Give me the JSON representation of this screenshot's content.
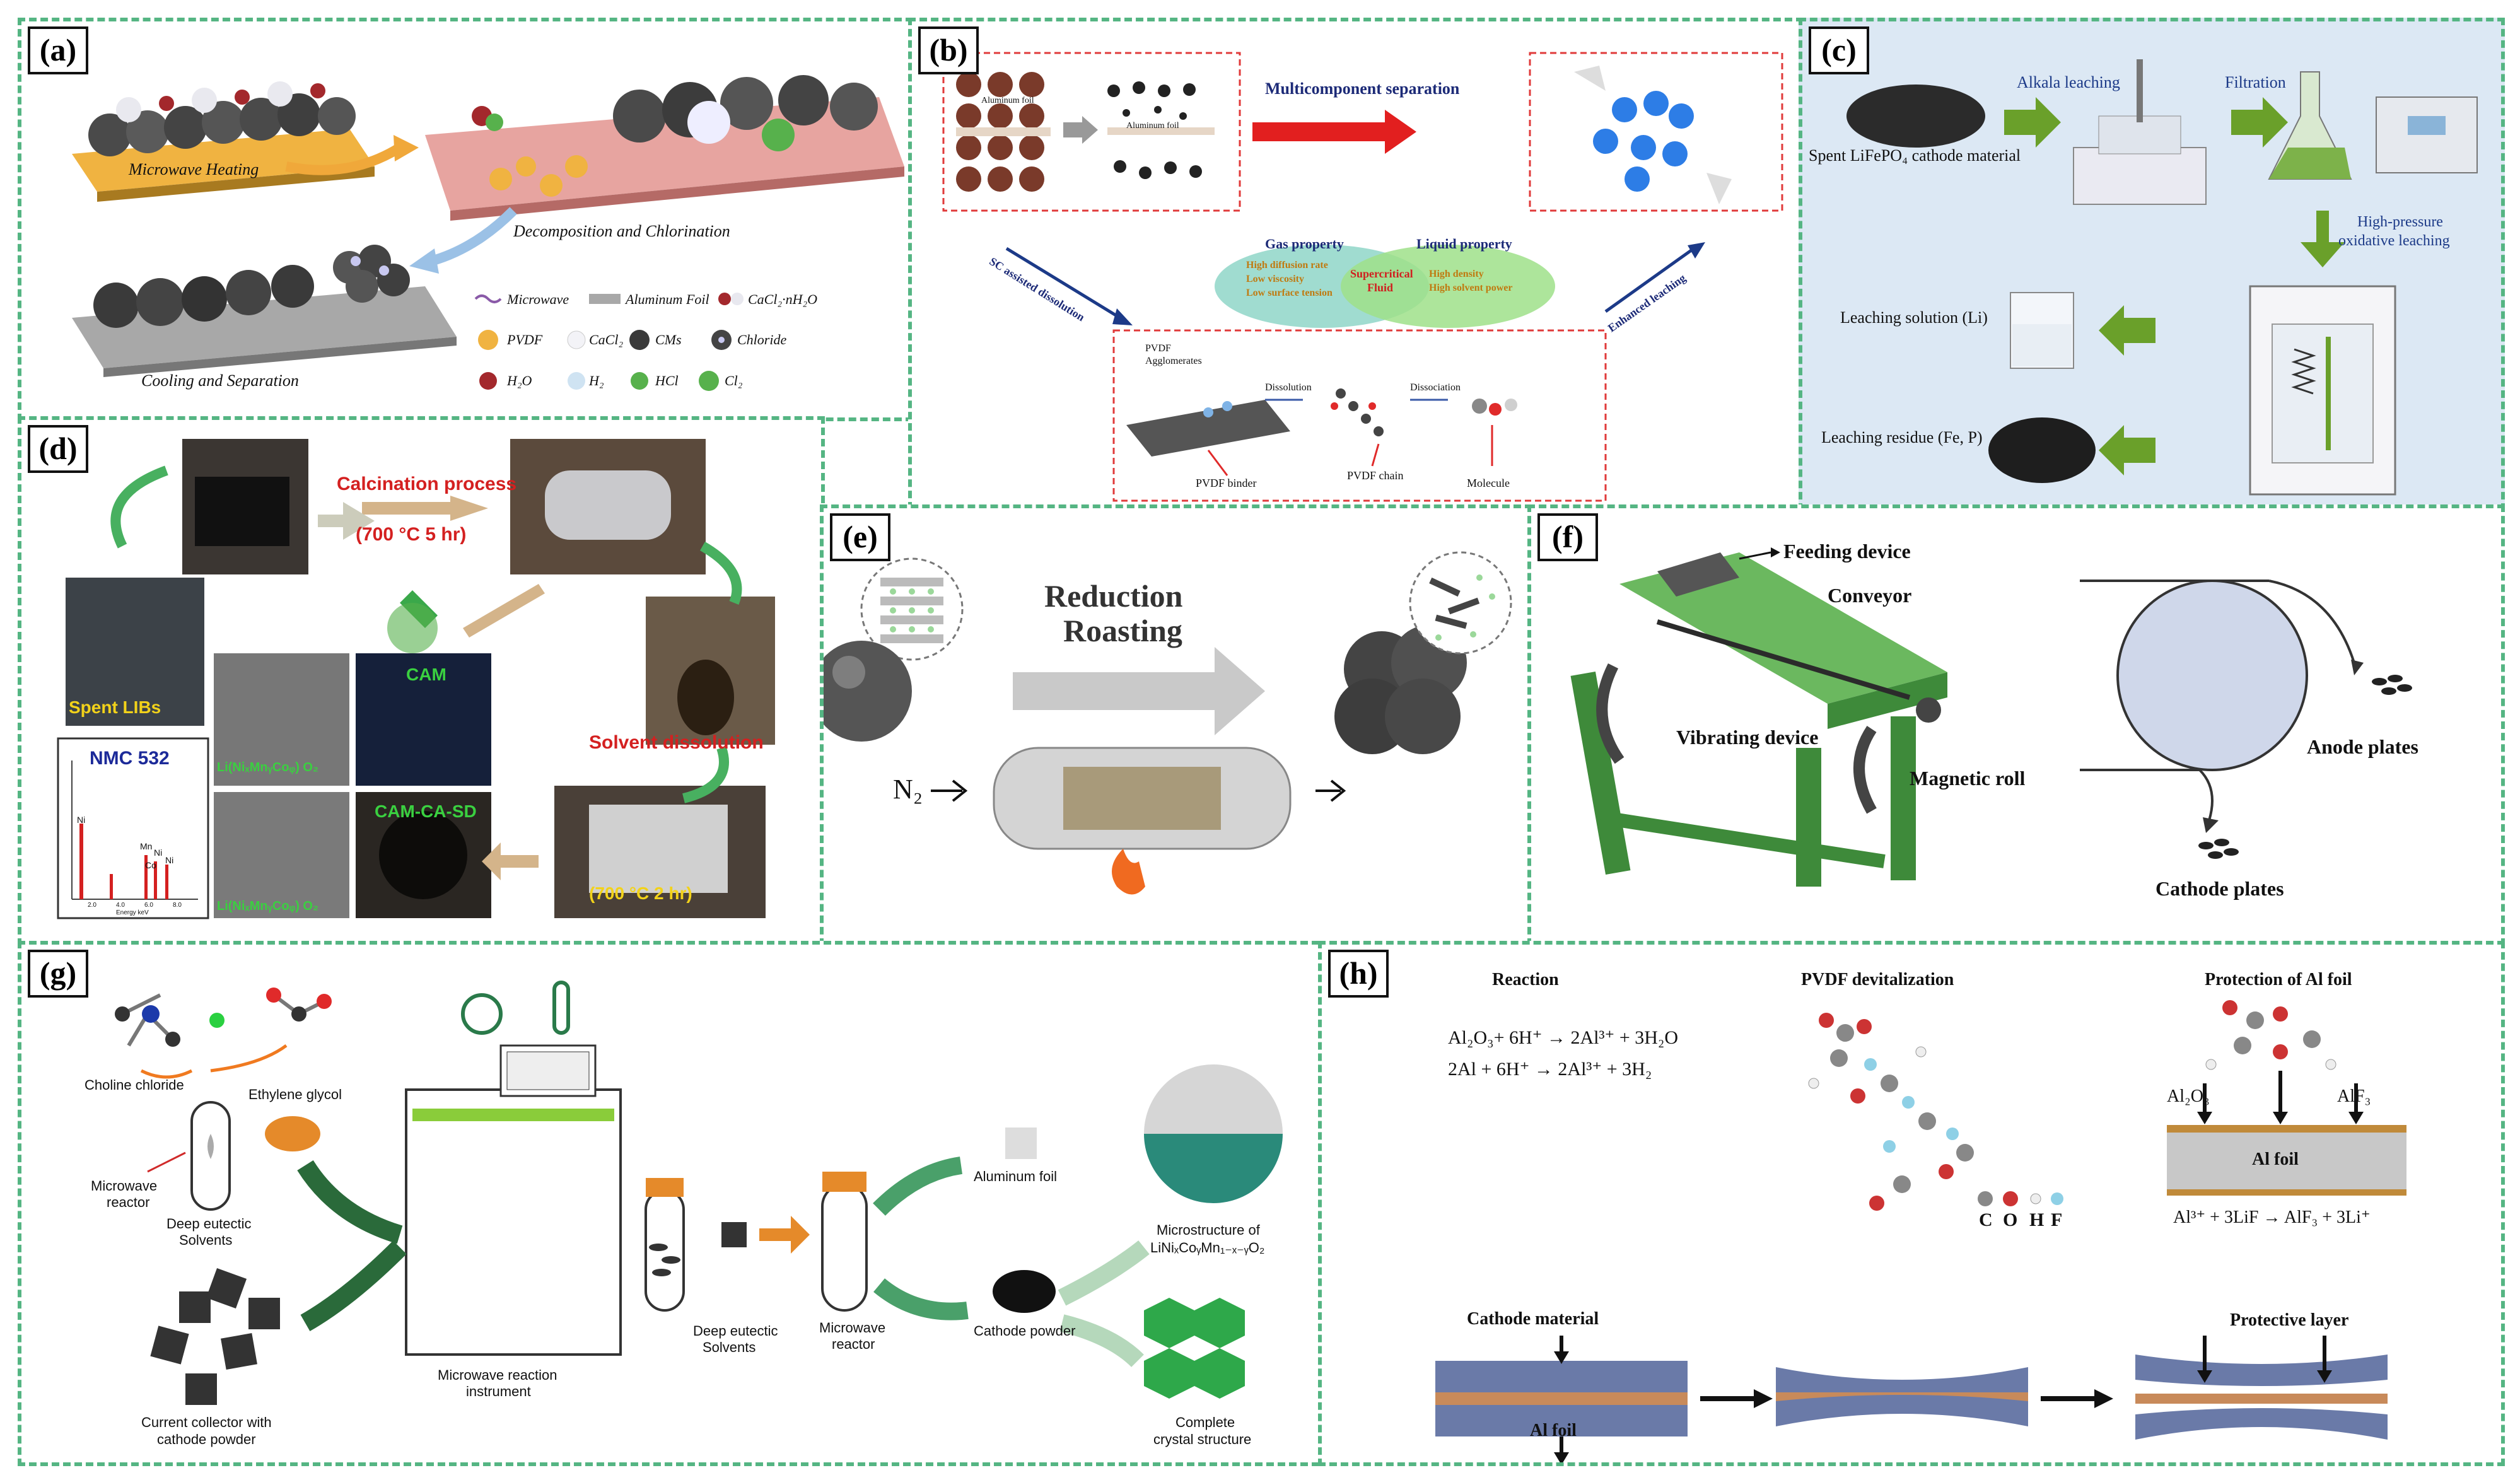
{
  "panels": {
    "a": {
      "label": "(a)",
      "steps": [
        "Microwave Heating",
        "Decomposition and Chlorination",
        "Cooling and Separation"
      ],
      "legend": [
        "Microwave",
        "Aluminum Foil",
        "CaCl₂·nH₂O",
        "PVDF",
        "CaCl₂",
        "CMs",
        "Chloride",
        "H₂O",
        "H₂",
        "HCl",
        "Cl₂"
      ]
    },
    "b": {
      "label": "(b)",
      "foil_left": "Aluminum foil",
      "foil_right": "Aluminum foil",
      "separation": "Multicomponent separation",
      "sc_assisted": "SC assisted dissolution",
      "enhanced": "Enhanced leaching",
      "gas_title": "Gas property",
      "gas_items": [
        "High diffusion rate",
        "Low viscosity",
        "Low surface tension"
      ],
      "liquid_title": "Liquid property",
      "liquid_items": [
        "High density",
        "High solvent power"
      ],
      "center": [
        "Supercritical",
        "Fluid"
      ],
      "pvdf_agglomerates": [
        "PVDF",
        "Agglomerates"
      ],
      "dissolution": "Dissolution",
      "dissociation": "Dissociation",
      "pvdf_binder": "PVDF binder",
      "pvdf_chain": "PVDF chain",
      "molecule": "Molecule"
    },
    "c": {
      "label": "(c)",
      "spent": "Spent LiFePO₄ cathode material",
      "alkali": "Alkala leaching",
      "filtration": "Filtration",
      "high_pressure": [
        "High-pressure",
        "oxidative leaching"
      ],
      "leach_solution": "Leaching solution (Li)",
      "leach_residue": "Leaching residue (Fe, P)"
    },
    "d": {
      "label": "(d)",
      "calcination": "Calcination process",
      "temp1": "(700 °C 5 hr)",
      "spent_libs": "Spent LIBs",
      "cam": "CAM",
      "solvent": "Solvent dissolution",
      "nmc": "NMC 532",
      "cam_ca_sd": "CAM-CA-SD",
      "temp2": "(700 °C 2 hr)",
      "formula1": "Li(NiₓMnᵧCoᵩ) O₂",
      "formula2": "Li(NiₓMnᵧCoᵩ) O₂",
      "eds_peaks": [
        "Mn",
        "Ni",
        "Co",
        "Ni",
        "Ni"
      ],
      "energy_axis": "Energy keV",
      "energy_ticks": [
        "2.0",
        "4.0",
        "6.0",
        "8.0"
      ]
    },
    "e": {
      "label": "(e)",
      "title": [
        "Reduction",
        "Roasting"
      ],
      "n2": "N₂"
    },
    "f": {
      "label": "(f)",
      "feeding": "Feeding device",
      "conveyor": "Conveyor",
      "vibrating": "Vibrating device",
      "magnetic": "Magnetic roll",
      "anode": "Anode plates",
      "cathode": "Cathode plates"
    },
    "g": {
      "label": "(g)",
      "choline": "Choline chloride",
      "ethylene": "Ethylene glycol",
      "microwave_reactor_1": [
        "Microwave",
        "reactor"
      ],
      "des_1": [
        "Deep eutectic",
        "Solvents"
      ],
      "current_collector": [
        "Current collector with",
        "cathode powder"
      ],
      "instrument": [
        "Microwave reaction",
        "instrument"
      ],
      "des_2": [
        "Deep eutectic",
        "Solvents"
      ],
      "microwave_reactor_2": [
        "Microwave",
        "reactor"
      ],
      "aluminum_foil": "Aluminum foil",
      "cathode_powder": "Cathode powder",
      "microstructure": [
        "Microstructure of",
        "LiNiₓCoᵧMn₁₋ₓ₋ᵧO₂"
      ],
      "complete": [
        "Complete",
        "crystal structure"
      ]
    },
    "h": {
      "label": "(h)",
      "reaction": "Reaction",
      "pvdf_devit": "PVDF devitalization",
      "protection": "Protection of Al foil",
      "eq1": "Al₂O₃+ 6H⁺ → 2Al³⁺ + 3H₂O",
      "eq2": "2Al + 6H⁺ → 2Al³⁺ + 3H₂",
      "atoms": [
        "C",
        "O",
        "H",
        "F"
      ],
      "al2o3": "Al₂O₃",
      "alf3": "AlF₃",
      "al_foil": "Al foil",
      "eq3": "Al³⁺ + 3LiF → AlF₃ + 3Li⁺",
      "cathode_material": "Cathode material",
      "al_foil_bottom": "Al foil",
      "protective": "Protective layer"
    }
  }
}
